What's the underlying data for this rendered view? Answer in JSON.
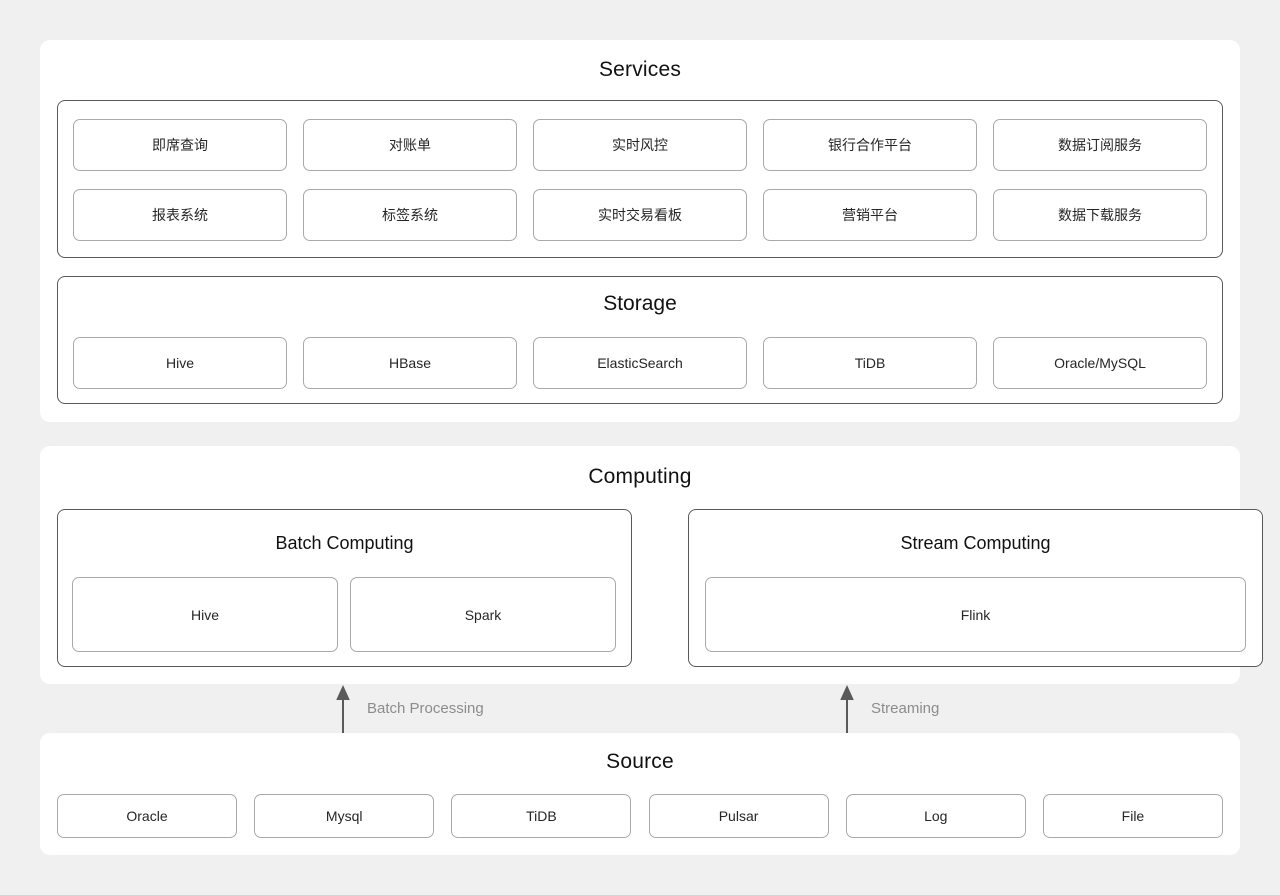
{
  "diagram": {
    "services": {
      "title": "Services",
      "row1": [
        "即席查询",
        "对账单",
        "实时风控",
        "银行合作平台",
        "数据订阅服务"
      ],
      "row2": [
        "报表系统",
        "标签系统",
        "实时交易看板",
        "营销平台",
        "数据下载服务"
      ]
    },
    "storage": {
      "title": "Storage",
      "items": [
        "Hive",
        "HBase",
        "ElasticSearch",
        "TiDB",
        "Oracle/MySQL"
      ]
    },
    "computing": {
      "title": "Computing",
      "batch": {
        "title": "Batch Computing",
        "items": [
          "Hive",
          "Spark"
        ]
      },
      "stream": {
        "title": "Stream Computing",
        "items": [
          "Flink"
        ]
      }
    },
    "flows": {
      "batch_label": "Batch Processing",
      "stream_label": "Streaming"
    },
    "source": {
      "title": "Source",
      "items": [
        "Oracle",
        "Mysql",
        "TiDB",
        "Pulsar",
        "Log",
        "File"
      ]
    }
  },
  "colors": {
    "page_bg": "#f0f0f0",
    "card_bg": "#ffffff",
    "group_border": "#595959",
    "item_border": "#a9a9a9",
    "title_text": "#111111",
    "item_text": "#262626",
    "arrow": "#5a5a5a",
    "flow_label_text": "#8c8c8c"
  }
}
